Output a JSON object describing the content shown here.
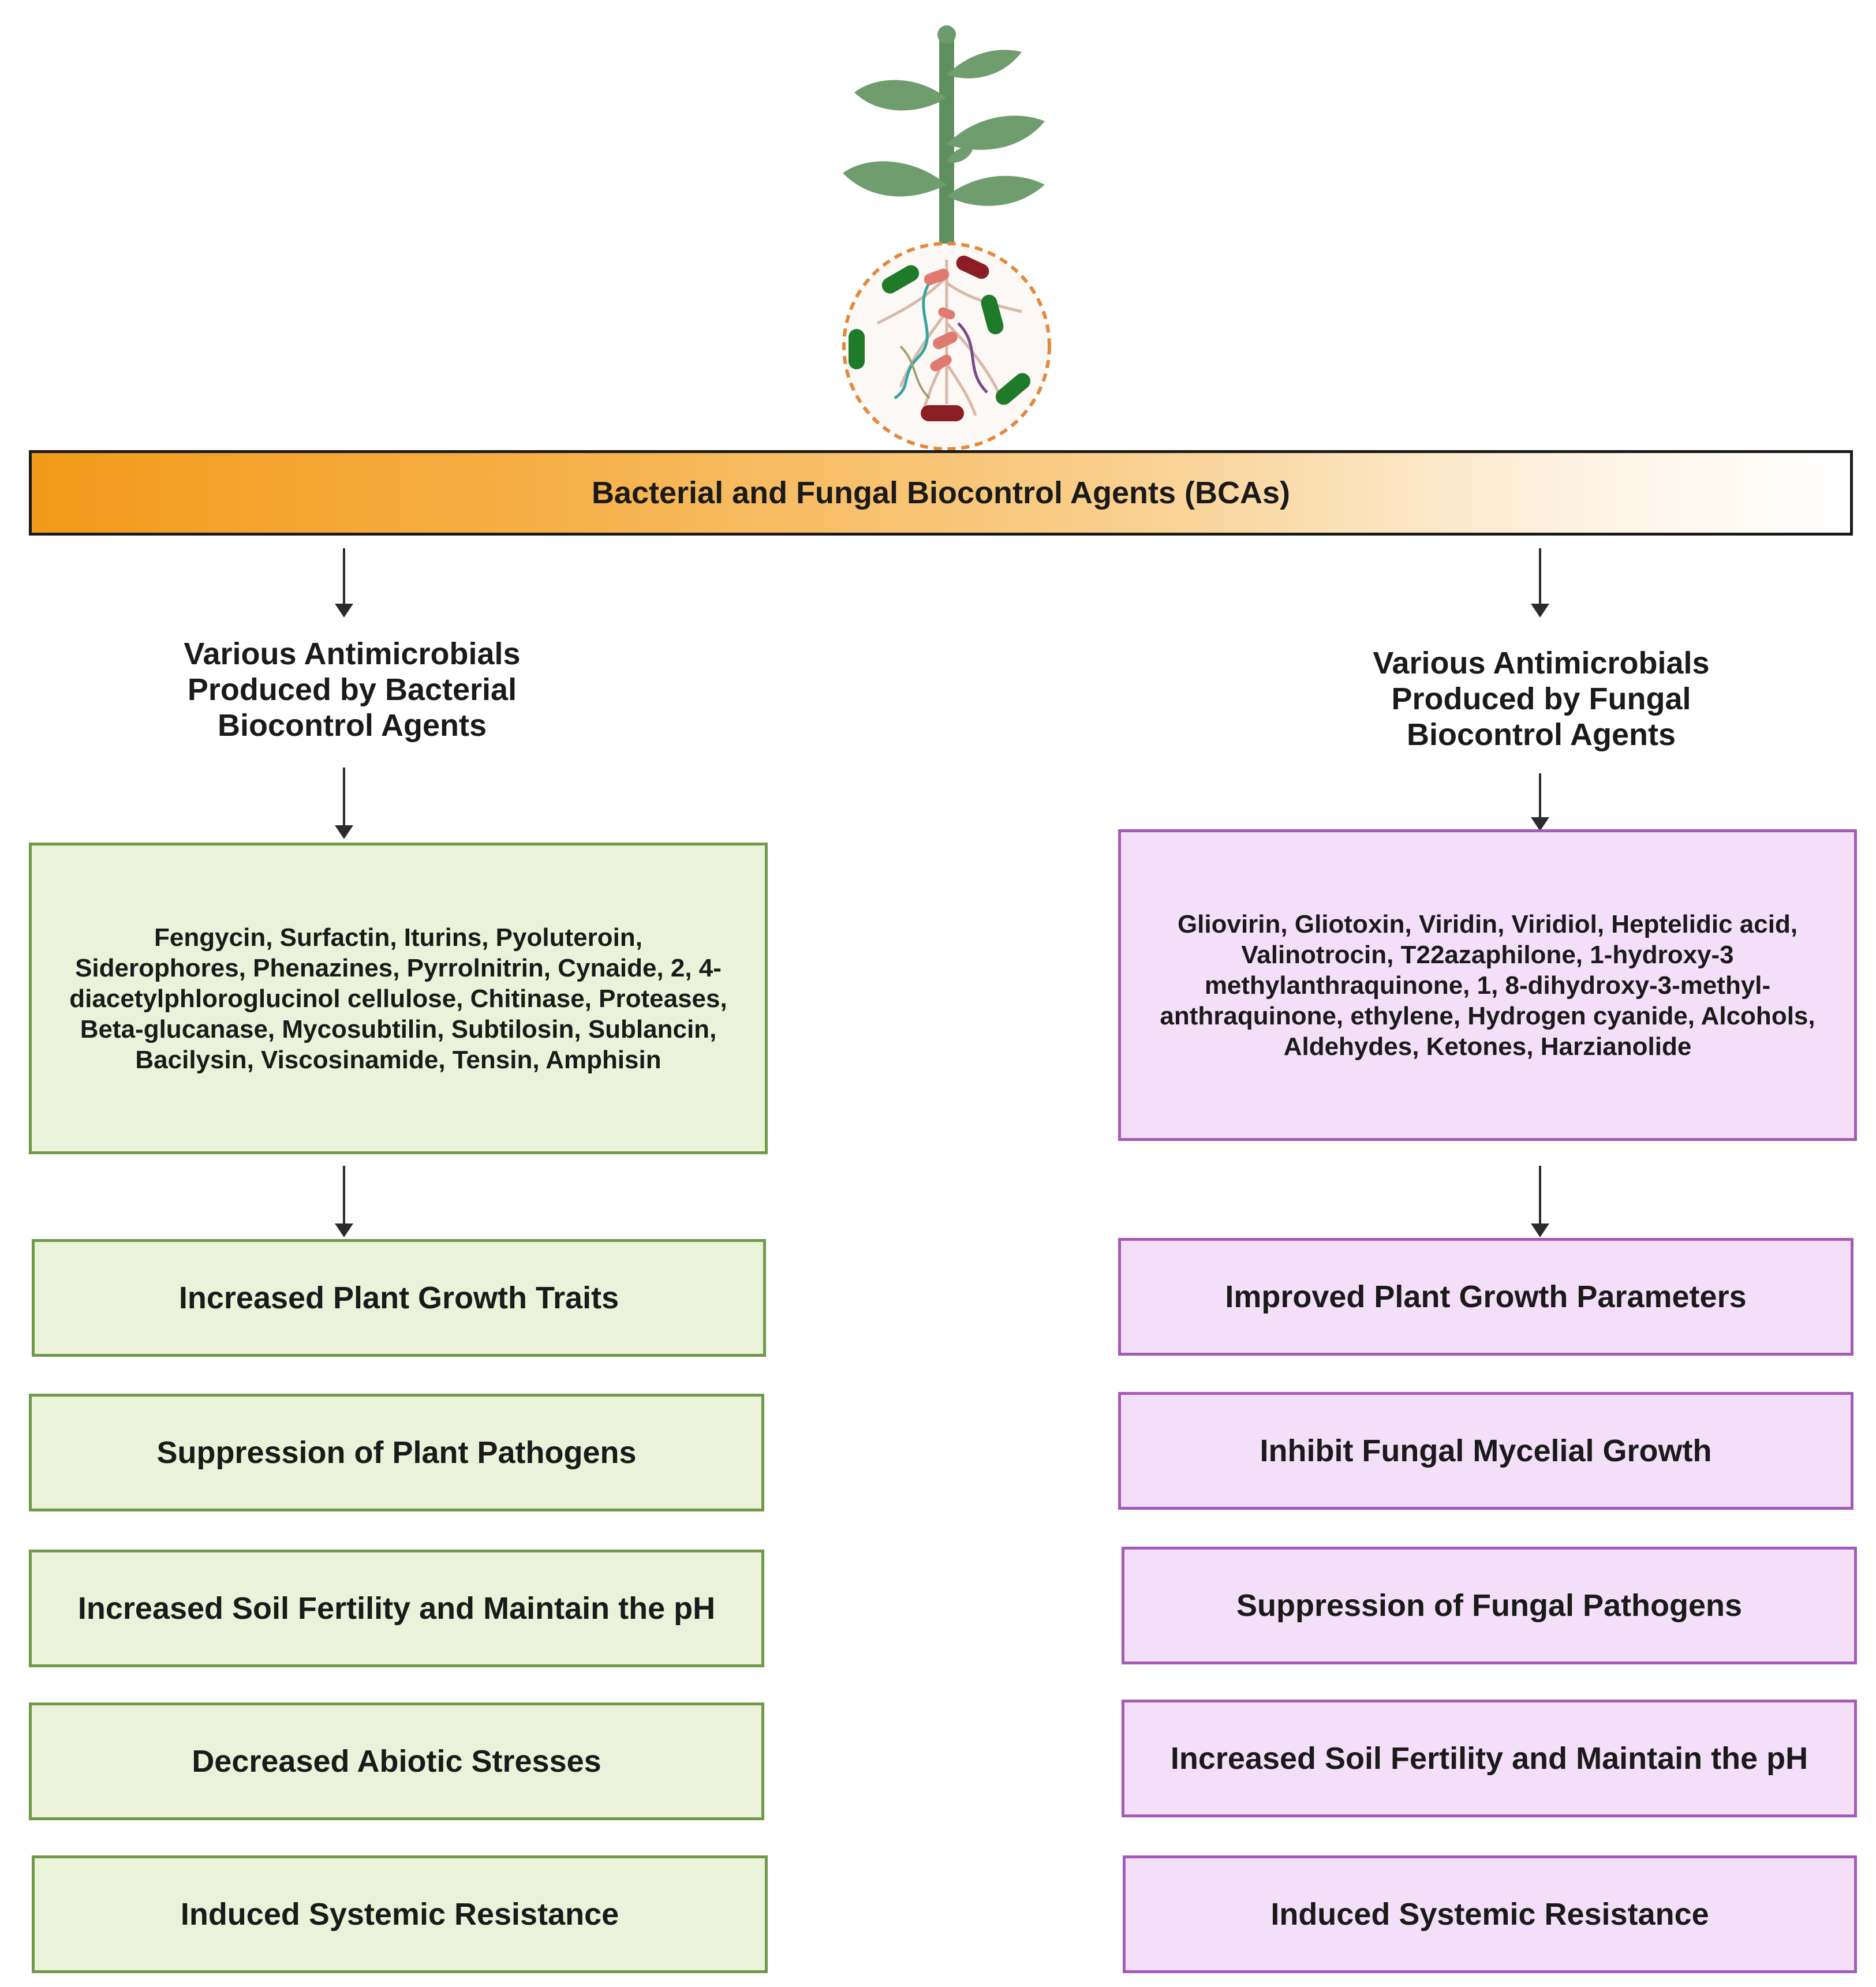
{
  "banner": {
    "title": "Bacterial and Fungal Biocontrol Agents (BCAs)"
  },
  "bacterial": {
    "heading": "Various Antimicrobials\nProduced by Bacterial\nBiocontrol Agents",
    "compounds": "Fengycin, Surfactin, Iturins, Pyoluteroin, Siderophores, Phenazines, Pyrrolnitrin, Cynaide, 2, 4-diacetylphloroglucinol cellulose, Chitinase, Proteases, Beta-glucanase, Mycosubtilin, Subtilosin, Sublancin, Bacilysin, Viscosinamide, Tensin, Amphisin",
    "outcomes": [
      "Increased Plant Growth Traits",
      "Suppression of Plant Pathogens",
      "Increased Soil Fertility and Maintain the pH",
      "Decreased Abiotic Stresses",
      "Induced Systemic Resistance"
    ]
  },
  "fungal": {
    "heading": "Various Antimicrobials\nProduced by Fungal\nBiocontrol Agents",
    "compounds": "Gliovirin, Gliotoxin, Viridin, Viridiol, Heptelidic acid, Valinotrocin, T22azaphilone, 1-hydroxy-3 methylanthraquinone, 1, 8-dihydroxy-3-methyl-anthraquinone, ethylene, Hydrogen cyanide, Alcohols, Aldehydes, Ketones, Harzianolide",
    "outcomes": [
      "Improved Plant Growth Parameters",
      "Inhibit Fungal Mycelial Growth",
      "Suppression of Fungal Pathogens",
      "Increased Soil Fertility and Maintain the pH",
      "Induced Systemic Resistance"
    ]
  },
  "colors": {
    "green_fill": "#eaf3d9",
    "green_border": "#6e9a4a",
    "purple_fill": "#f3e0f8",
    "purple_border": "#a55ab7",
    "banner_start": "#f29a1a"
  },
  "icons": [
    "plant-with-root-microbes-icon"
  ]
}
